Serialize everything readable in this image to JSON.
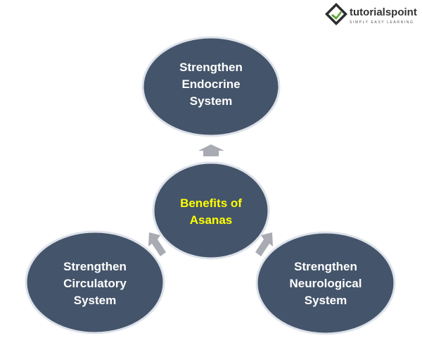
{
  "logo": {
    "name": "tutorialspoint",
    "tagline": "SIMPLY EASY LEARNING"
  },
  "center": {
    "lines": [
      "Benefits of",
      "Asanas"
    ],
    "text_color": "#ffff00"
  },
  "nodes": [
    {
      "id": "top",
      "lines": [
        "Strengthen",
        "Endocrine",
        "System"
      ]
    },
    {
      "id": "left",
      "lines": [
        "Strengthen",
        "Circulatory",
        "System"
      ]
    },
    {
      "id": "right",
      "lines": [
        "Strengthen",
        "Neurological",
        "System"
      ]
    }
  ],
  "colors": {
    "node_fill": "#44546a",
    "arrow": "#a9abb3",
    "node_text": "#ffffff"
  }
}
